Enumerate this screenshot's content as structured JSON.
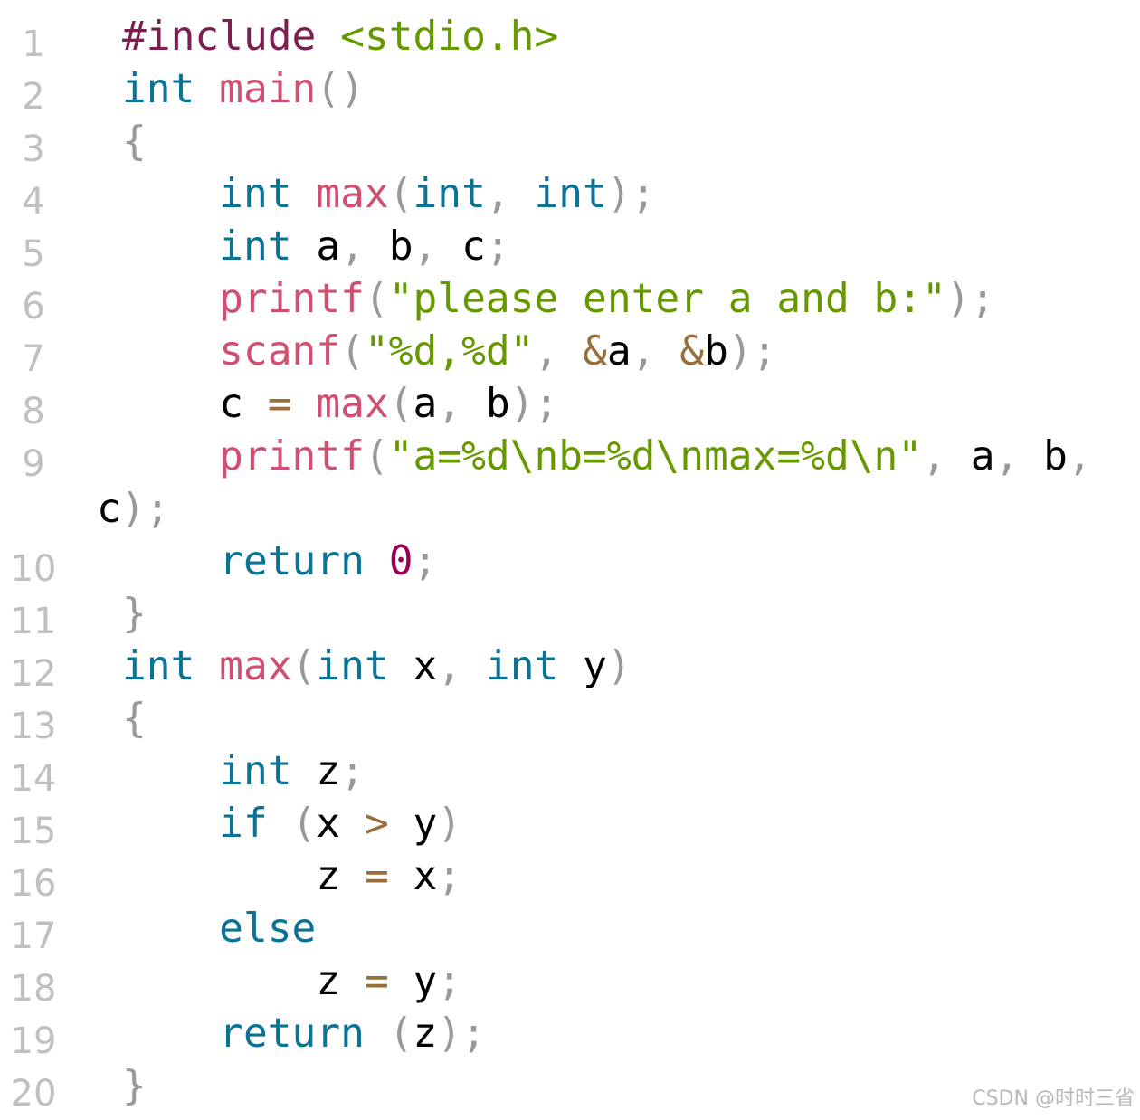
{
  "editor": {
    "colors": {
      "directive": "#7a1f4f",
      "string": "#669900",
      "keyword": "#0a7396",
      "function": "#d14f70",
      "punctuation": "#999999",
      "operator": "#9a6e3a",
      "number": "#990055",
      "line_number": "#c0c0c0"
    },
    "lines": [
      {
        "num": "1",
        "tokens": [
          {
            "t": "directive",
            "v": "#include"
          },
          {
            "t": "ws",
            "v": " "
          },
          {
            "t": "string",
            "v": "<stdio.h>"
          }
        ]
      },
      {
        "num": "2",
        "tokens": [
          {
            "t": "type",
            "v": "int"
          },
          {
            "t": "ws",
            "v": " "
          },
          {
            "t": "func",
            "v": "main"
          },
          {
            "t": "punct",
            "v": "()"
          }
        ]
      },
      {
        "num": "3",
        "tokens": [
          {
            "t": "punct",
            "v": "{"
          }
        ]
      },
      {
        "num": "4",
        "tokens": [
          {
            "t": "ws",
            "v": "    "
          },
          {
            "t": "type",
            "v": "int"
          },
          {
            "t": "ws",
            "v": " "
          },
          {
            "t": "func",
            "v": "max"
          },
          {
            "t": "punct",
            "v": "("
          },
          {
            "t": "type",
            "v": "int"
          },
          {
            "t": "punct",
            "v": ","
          },
          {
            "t": "ws",
            "v": " "
          },
          {
            "t": "type",
            "v": "int"
          },
          {
            "t": "punct",
            "v": ");"
          }
        ]
      },
      {
        "num": "5",
        "tokens": [
          {
            "t": "ws",
            "v": "    "
          },
          {
            "t": "type",
            "v": "int"
          },
          {
            "t": "ws",
            "v": " "
          },
          {
            "t": "id",
            "v": "a"
          },
          {
            "t": "punct",
            "v": ","
          },
          {
            "t": "ws",
            "v": " "
          },
          {
            "t": "id",
            "v": "b"
          },
          {
            "t": "punct",
            "v": ","
          },
          {
            "t": "ws",
            "v": " "
          },
          {
            "t": "id",
            "v": "c"
          },
          {
            "t": "punct",
            "v": ";"
          }
        ]
      },
      {
        "num": "6",
        "tokens": [
          {
            "t": "ws",
            "v": "    "
          },
          {
            "t": "func",
            "v": "printf"
          },
          {
            "t": "punct",
            "v": "("
          },
          {
            "t": "string",
            "v": "\"please enter a and b:\""
          },
          {
            "t": "punct",
            "v": ");"
          }
        ]
      },
      {
        "num": "7",
        "tokens": [
          {
            "t": "ws",
            "v": "    "
          },
          {
            "t": "func",
            "v": "scanf"
          },
          {
            "t": "punct",
            "v": "("
          },
          {
            "t": "string",
            "v": "\"%d,%d\""
          },
          {
            "t": "punct",
            "v": ","
          },
          {
            "t": "ws",
            "v": " "
          },
          {
            "t": "op",
            "v": "&"
          },
          {
            "t": "id",
            "v": "a"
          },
          {
            "t": "punct",
            "v": ","
          },
          {
            "t": "ws",
            "v": " "
          },
          {
            "t": "op",
            "v": "&"
          },
          {
            "t": "id",
            "v": "b"
          },
          {
            "t": "punct",
            "v": ");"
          }
        ]
      },
      {
        "num": "8",
        "tokens": [
          {
            "t": "ws",
            "v": "    "
          },
          {
            "t": "id",
            "v": "c"
          },
          {
            "t": "ws",
            "v": " "
          },
          {
            "t": "op",
            "v": "="
          },
          {
            "t": "ws",
            "v": " "
          },
          {
            "t": "func",
            "v": "max"
          },
          {
            "t": "punct",
            "v": "("
          },
          {
            "t": "id",
            "v": "a"
          },
          {
            "t": "punct",
            "v": ","
          },
          {
            "t": "ws",
            "v": " "
          },
          {
            "t": "id",
            "v": "b"
          },
          {
            "t": "punct",
            "v": ");"
          }
        ]
      },
      {
        "num": "9",
        "tokens": [
          {
            "t": "ws",
            "v": "    "
          },
          {
            "t": "func",
            "v": "printf"
          },
          {
            "t": "punct",
            "v": "("
          },
          {
            "t": "string",
            "v": "\"a=%d\\nb=%d\\nmax=%d\\n\""
          },
          {
            "t": "punct",
            "v": ","
          },
          {
            "t": "ws",
            "v": " "
          },
          {
            "t": "id",
            "v": "a"
          },
          {
            "t": "punct",
            "v": ","
          },
          {
            "t": "ws",
            "v": " "
          },
          {
            "t": "id",
            "v": "b"
          },
          {
            "t": "punct",
            "v": ","
          }
        ]
      },
      {
        "num": "",
        "wrap": true,
        "tokens": [
          {
            "t": "id",
            "v": "c"
          },
          {
            "t": "punct",
            "v": ");"
          }
        ]
      },
      {
        "num": "10",
        "tokens": [
          {
            "t": "ws",
            "v": "    "
          },
          {
            "t": "keyword",
            "v": "return"
          },
          {
            "t": "ws",
            "v": " "
          },
          {
            "t": "number",
            "v": "0"
          },
          {
            "t": "punct",
            "v": ";"
          }
        ]
      },
      {
        "num": "11",
        "tokens": [
          {
            "t": "punct",
            "v": "}"
          }
        ]
      },
      {
        "num": "12",
        "tokens": [
          {
            "t": "type",
            "v": "int"
          },
          {
            "t": "ws",
            "v": " "
          },
          {
            "t": "func",
            "v": "max"
          },
          {
            "t": "punct",
            "v": "("
          },
          {
            "t": "type",
            "v": "int"
          },
          {
            "t": "ws",
            "v": " "
          },
          {
            "t": "id",
            "v": "x"
          },
          {
            "t": "punct",
            "v": ","
          },
          {
            "t": "ws",
            "v": " "
          },
          {
            "t": "type",
            "v": "int"
          },
          {
            "t": "ws",
            "v": " "
          },
          {
            "t": "id",
            "v": "y"
          },
          {
            "t": "punct",
            "v": ")"
          }
        ]
      },
      {
        "num": "13",
        "tokens": [
          {
            "t": "punct",
            "v": "{"
          }
        ]
      },
      {
        "num": "14",
        "tokens": [
          {
            "t": "ws",
            "v": "    "
          },
          {
            "t": "type",
            "v": "int"
          },
          {
            "t": "ws",
            "v": " "
          },
          {
            "t": "id",
            "v": "z"
          },
          {
            "t": "punct",
            "v": ";"
          }
        ]
      },
      {
        "num": "15",
        "tokens": [
          {
            "t": "ws",
            "v": "    "
          },
          {
            "t": "keyword",
            "v": "if"
          },
          {
            "t": "ws",
            "v": " "
          },
          {
            "t": "punct",
            "v": "("
          },
          {
            "t": "id",
            "v": "x"
          },
          {
            "t": "ws",
            "v": " "
          },
          {
            "t": "op",
            "v": ">"
          },
          {
            "t": "ws",
            "v": " "
          },
          {
            "t": "id",
            "v": "y"
          },
          {
            "t": "punct",
            "v": ")"
          }
        ]
      },
      {
        "num": "16",
        "tokens": [
          {
            "t": "ws",
            "v": "        "
          },
          {
            "t": "id",
            "v": "z"
          },
          {
            "t": "ws",
            "v": " "
          },
          {
            "t": "op",
            "v": "="
          },
          {
            "t": "ws",
            "v": " "
          },
          {
            "t": "id",
            "v": "x"
          },
          {
            "t": "punct",
            "v": ";"
          }
        ]
      },
      {
        "num": "17",
        "tokens": [
          {
            "t": "ws",
            "v": "    "
          },
          {
            "t": "keyword",
            "v": "else"
          }
        ]
      },
      {
        "num": "18",
        "tokens": [
          {
            "t": "ws",
            "v": "        "
          },
          {
            "t": "id",
            "v": "z"
          },
          {
            "t": "ws",
            "v": " "
          },
          {
            "t": "op",
            "v": "="
          },
          {
            "t": "ws",
            "v": " "
          },
          {
            "t": "id",
            "v": "y"
          },
          {
            "t": "punct",
            "v": ";"
          }
        ]
      },
      {
        "num": "19",
        "tokens": [
          {
            "t": "ws",
            "v": "    "
          },
          {
            "t": "keyword",
            "v": "return"
          },
          {
            "t": "ws",
            "v": " "
          },
          {
            "t": "punct",
            "v": "("
          },
          {
            "t": "id",
            "v": "z"
          },
          {
            "t": "punct",
            "v": ");"
          }
        ]
      },
      {
        "num": "20",
        "tokens": [
          {
            "t": "punct",
            "v": "}"
          }
        ]
      }
    ]
  },
  "watermark": "CSDN @时时三省"
}
